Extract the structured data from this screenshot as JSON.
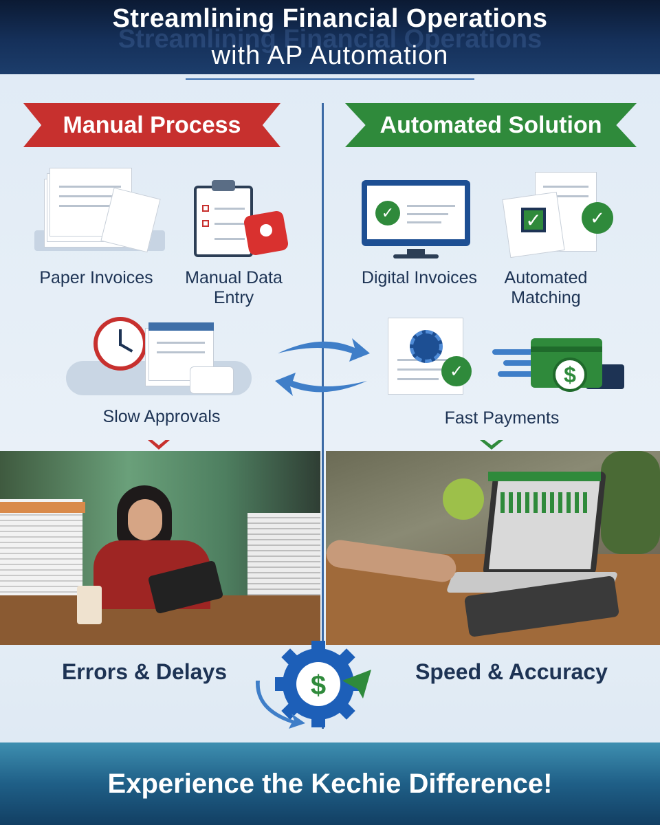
{
  "header": {
    "title_line1": "Streamlining Financial Operations",
    "title_line2": "with AP Automation"
  },
  "left": {
    "banner": "Manual Process",
    "items": [
      {
        "label": "Paper Invoices",
        "icon": "paper-stack-icon"
      },
      {
        "label": "Manual Data Entry",
        "label_line1": "Manual Data",
        "label_line2": "Entry",
        "icon": "clipboard-icon"
      },
      {
        "label": "Slow Approvals",
        "icon": "clock-icon"
      }
    ],
    "outcome": "Errors & Delays"
  },
  "right": {
    "banner": "Automated Solution",
    "items": [
      {
        "label": "Digital Invoices",
        "icon": "monitor-check-icon"
      },
      {
        "label": "Automated Matching",
        "label_line1": "Automated",
        "label_line2": "Matching",
        "icon": "document-check-icon"
      },
      {
        "label": "Fast Payments",
        "icon": "payment-card-icon"
      }
    ],
    "outcome": "Speed & Accuracy"
  },
  "footer": {
    "cta": "Experience the Kechie Difference!"
  },
  "colors": {
    "manual_red": "#c7302e",
    "automated_green": "#2f8a3b",
    "navy": "#1d3354",
    "accent_blue": "#2f6fc0"
  },
  "center_icon": "gear-dollar-icon"
}
